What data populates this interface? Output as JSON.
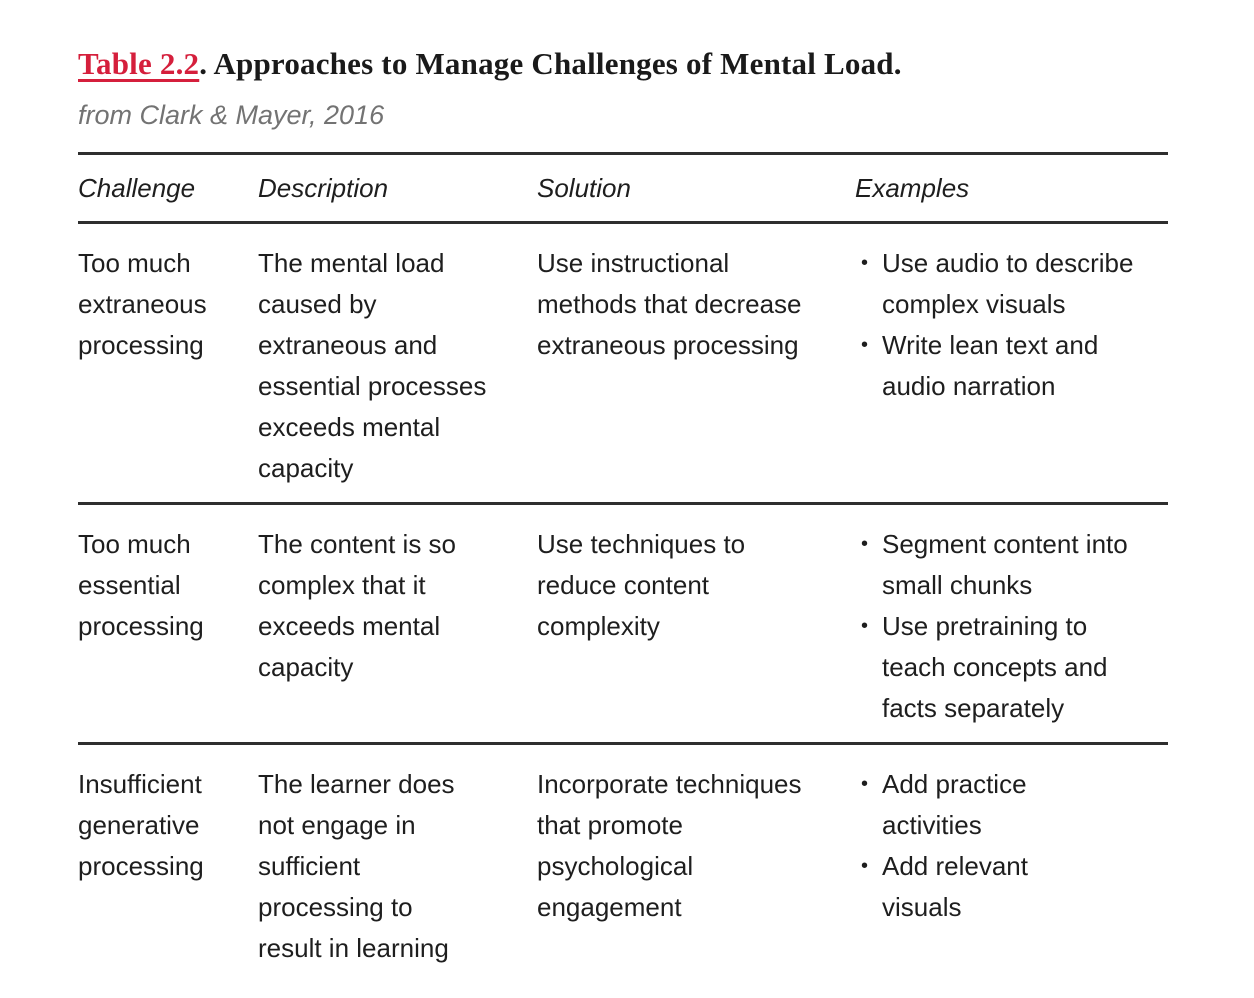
{
  "title": {
    "label": "Table 2.2",
    "separator": ". ",
    "text": "Approaches to Manage Challenges of Mental Load.",
    "label_color": "#d51f3c"
  },
  "subtitle": "from Clark & Mayer, 2016",
  "icons": {
    "bullet": "•"
  },
  "table": {
    "columns": [
      "Challenge",
      "Description",
      "Solution",
      "Examples"
    ],
    "rows": [
      {
        "challenge": "Too much\nextraneous\nprocessing",
        "description": "The mental load\ncaused by\nextraneous and\nessential processes\nexceeds mental\ncapacity",
        "solution": "Use instructional\nmethods that decrease\nextraneous processing",
        "examples": [
          "Use audio to describe\ncomplex visuals",
          "Write lean text and\naudio narration"
        ]
      },
      {
        "challenge": "Too much\nessential\nprocessing",
        "description": "The content is so\ncomplex that it\nexceeds mental\ncapacity",
        "solution": "Use techniques to\nreduce content\ncomplexity",
        "examples": [
          "Segment content into\nsmall chunks",
          "Use pretraining to\nteach concepts and\nfacts separately"
        ]
      },
      {
        "challenge": "Insufficient\ngenerative\nprocessing",
        "description": "The learner does\nnot engage in\nsufficient\nprocessing to\nresult in learning",
        "solution": "Incorporate techniques\nthat promote\npsychological\nengagement",
        "examples": [
          "Add practice\nactivities",
          "Add relevant\nvisuals"
        ]
      }
    ]
  }
}
